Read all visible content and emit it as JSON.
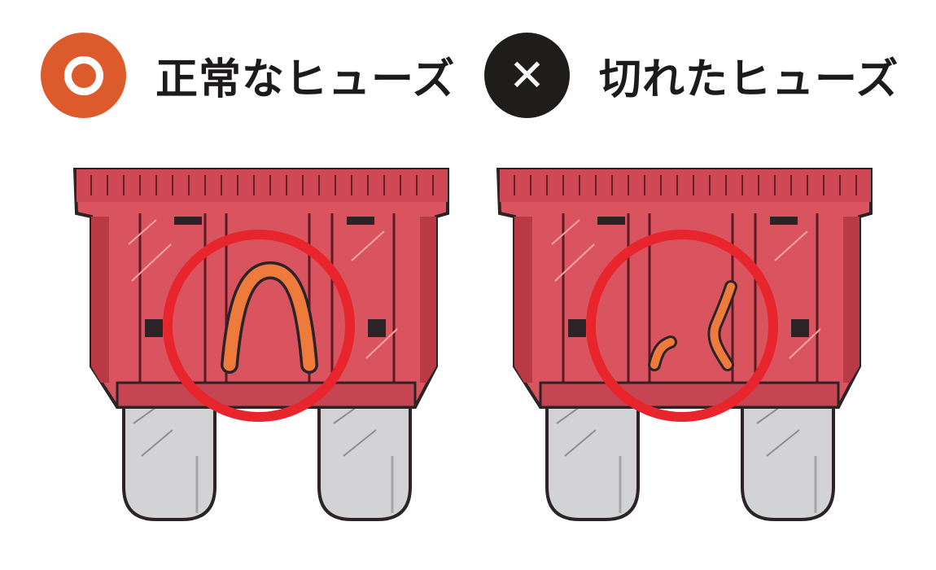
{
  "panels": [
    {
      "id": "normal",
      "status": "good",
      "label": "正常なヒューズ",
      "badge_color": "#dc5a2c",
      "badge_icon": "circle-mark-icon"
    },
    {
      "id": "blown",
      "status": "bad",
      "label": "切れたヒューズ",
      "badge_color": "#1f1c1c",
      "badge_icon": "cross-mark-icon"
    }
  ],
  "colors": {
    "fuse_body": "#d9545e",
    "fuse_shadow": "#b93a45",
    "element": "#ee7a3c",
    "highlight_ring": "#e8242d",
    "terminal": "#d3d3d5",
    "outline": "#2b2326"
  }
}
